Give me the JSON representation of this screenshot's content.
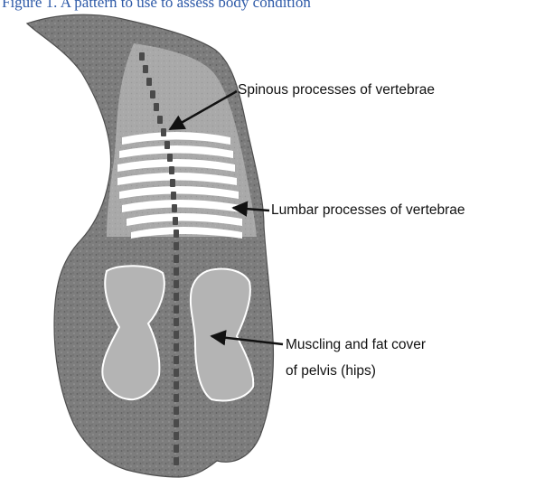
{
  "caption": {
    "text": "Figure 1. A pattern to use to assess body condition"
  },
  "labels": {
    "spinous": "Spinous processes of vertebrae",
    "lumbar": "Lumbar processes of vertebrae",
    "muscling_line1": "Muscling and fat cover",
    "muscling_line2": "of pelvis (hips)"
  },
  "colors": {
    "body_fill": "#7d7d7d",
    "back_region": "#a9a9a9",
    "hip_regions": "#b4b4b4",
    "outline_white": "#ffffff",
    "spine_dots": "#4a4a4a",
    "label_text": "#111111",
    "caption_text": "#2e5aa8"
  }
}
